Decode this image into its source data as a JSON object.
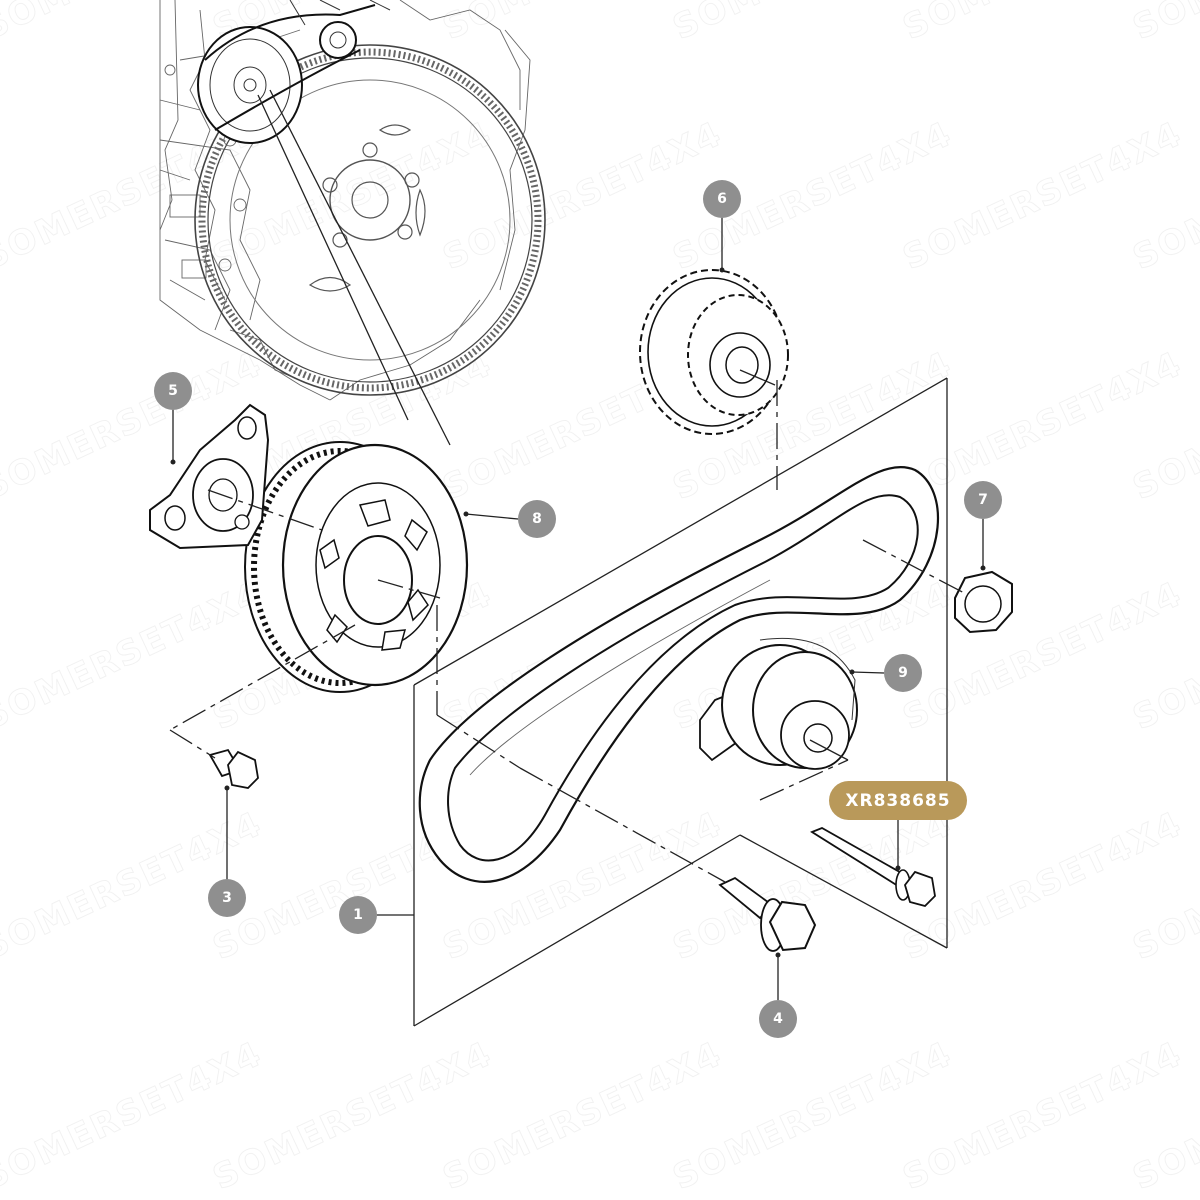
{
  "watermark": "SOMERSET4X4",
  "part_label": "XR838685",
  "callouts": [
    {
      "id": "callout-1",
      "number": "1"
    },
    {
      "id": "callout-3",
      "number": "3"
    },
    {
      "id": "callout-4",
      "number": "4"
    },
    {
      "id": "callout-5",
      "number": "5"
    },
    {
      "id": "callout-6",
      "number": "6"
    },
    {
      "id": "callout-7",
      "number": "7"
    },
    {
      "id": "callout-8",
      "number": "8"
    },
    {
      "id": "callout-9",
      "number": "9"
    }
  ],
  "colors": {
    "callout_fill": "#8f8f8f",
    "label_fill": "#b9995a",
    "line": "#222222"
  }
}
